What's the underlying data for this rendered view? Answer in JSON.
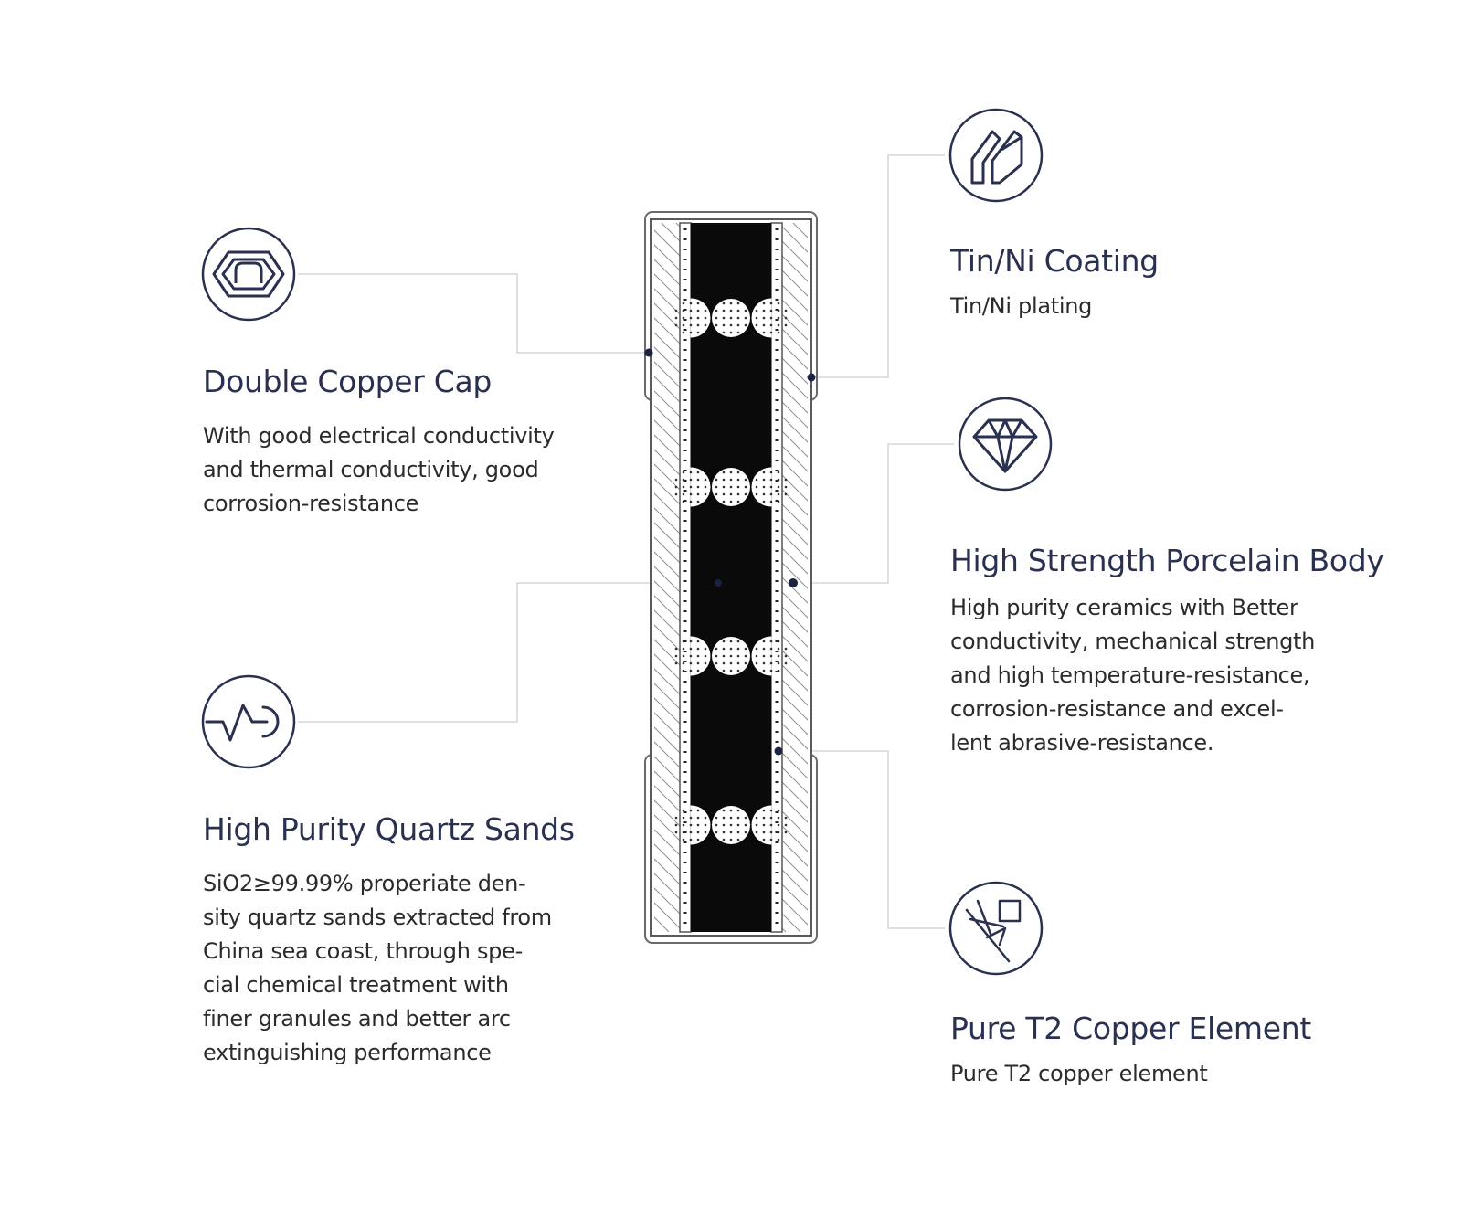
{
  "features": {
    "cap": {
      "title": "Double Copper Cap",
      "lines": [
        "With good electrical conductivity",
        "and thermal conductivity, good",
        "corrosion-resistance"
      ],
      "icon": "copper-cap-icon"
    },
    "quartz": {
      "title": "High Purity Quartz Sands",
      "lines": [
        "SiO2≥99.99% properiate den-",
        "sity quartz sands extracted from",
        "China sea coast, through spe-",
        "cial chemical treatment with",
        "finer granules and better arc",
        "extinguishing performance"
      ],
      "icon": "waveform-icon"
    },
    "tin": {
      "title": "Tin/Ni Coating",
      "lines": [
        "Tin/Ni plating"
      ],
      "icon": "plating-layers-icon"
    },
    "body": {
      "title": "High Strength Porcelain Body",
      "lines": [
        "High purity ceramics with Better",
        "conductivity, mechanical strength",
        "and high temperature-resistance,",
        "corrosion-resistance and excel-",
        "lent abrasive-resistance."
      ],
      "icon": "diamond-icon"
    },
    "element": {
      "title": "Pure T2 Copper Element",
      "lines": [
        "Pure T2 copper element"
      ],
      "icon": "cutting-element-icon"
    }
  },
  "colors": {
    "accent": "#2a3150",
    "fill": "#0a0a0a",
    "connector": "#c8ccd4",
    "hatch": "#8e8e8e"
  }
}
